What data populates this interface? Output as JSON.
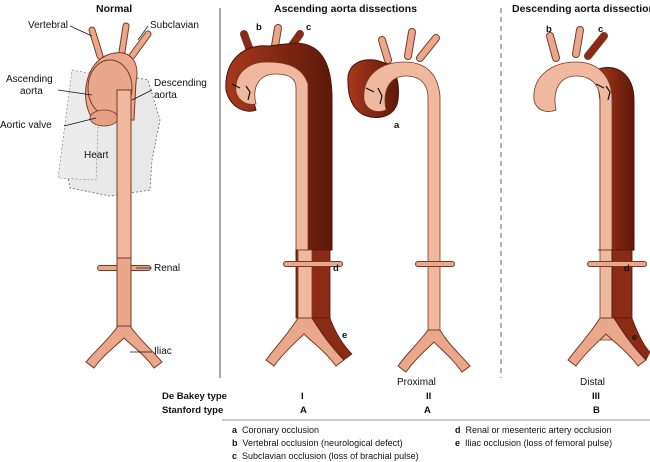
{
  "headers": {
    "normal": "Normal",
    "ascending": "Ascending aorta dissections",
    "descending": "Descending aorta dissections"
  },
  "normal_labels": {
    "vertebral": "Vertebral",
    "subclavian": "Subclavian",
    "ascending_aorta_line1": "Ascending",
    "ascending_aorta_line2": "aorta",
    "descending_aorta_line1": "Descending",
    "descending_aorta_line2": "aorta",
    "aortic_valve": "Aortic valve",
    "heart": "Heart",
    "renal": "Renal",
    "iliac": "Iliac"
  },
  "figure_letters": {
    "fig1_b": "b",
    "fig1_c": "c",
    "fig1_d": "d",
    "fig1_e": "e",
    "fig2_a": "a",
    "fig3_b": "b",
    "fig3_c": "c",
    "fig3_d": "d",
    "fig3_e": "e"
  },
  "sublabels": {
    "proximal": "Proximal",
    "distal": "Distal"
  },
  "classification": {
    "debakey_label": "De Bakey type",
    "stanford_label": "Stanford type",
    "debakey": [
      "I",
      "II",
      "III"
    ],
    "stanford": [
      "A",
      "A",
      "B"
    ]
  },
  "legend": [
    {
      "key": "a",
      "text": "Coronary occlusion"
    },
    {
      "key": "b",
      "text": "Vertebral occlusion (neurological defect)"
    },
    {
      "key": "c",
      "text": "Subclavian occlusion (loss of brachial pulse)"
    },
    {
      "key": "d",
      "text": "Renal or mesenteric artery occlusion"
    },
    {
      "key": "e",
      "text": "Iliac occlusion (loss of femoral pulse)"
    }
  ],
  "colors": {
    "aorta_fill": "#e9a88c",
    "aorta_stroke": "#7a3a22",
    "dissection": "#8b2a15",
    "dissection_dark": "#5e1a0a",
    "heart_fill": "#e3e3e3",
    "divider": "#666666"
  }
}
